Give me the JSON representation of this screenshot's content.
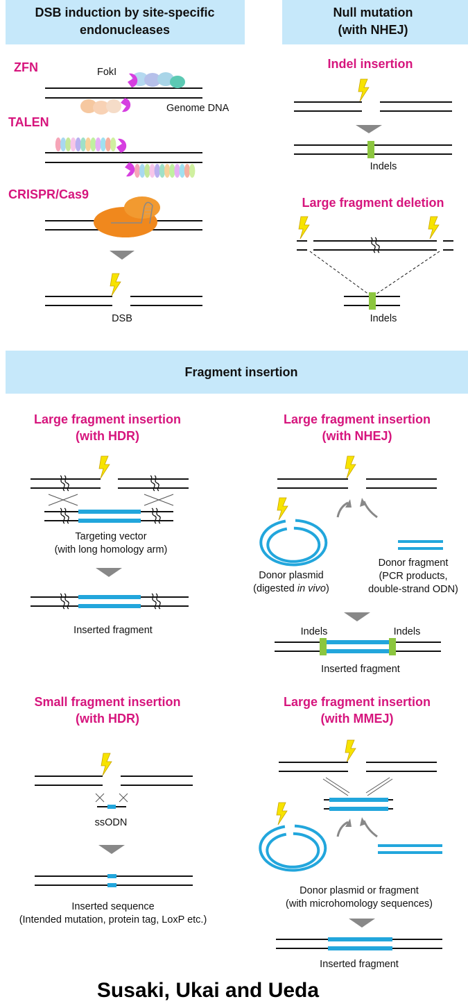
{
  "colors": {
    "header_bg": "#c6e8fa",
    "magenta": "#d6157d",
    "donor_blue": "#22a6dc",
    "indel_green": "#8cc63f",
    "bolt_yellow": "#f7e300",
    "arrow_gray": "#888888",
    "nuclease_purple": "#d63fe0",
    "cas9_orange": "#f0881d"
  },
  "headers": {
    "dsb": [
      "DSB induction by site-specific",
      "endonucleases"
    ],
    "null": [
      "Null mutation",
      "(with NHEJ)"
    ],
    "fragment": "Fragment insertion"
  },
  "dsb": {
    "zfn": "ZFN",
    "fokl": "FokI",
    "genome": "Genome DNA",
    "talen": "TALEN",
    "crispr": "CRISPR/Cas9",
    "dsb": "DSB"
  },
  "null": {
    "indel_title": "Indel insertion",
    "indels1": "Indels",
    "large_del_title": "Large fragment deletion",
    "indels2": "Indels"
  },
  "hdr_large": {
    "title": [
      "Large fragment insertion",
      "(with HDR)"
    ],
    "vector": [
      "Targeting vector",
      "(with long homology arm)"
    ],
    "inserted": "Inserted fragment"
  },
  "nhej_large": {
    "title": [
      "Large fragment insertion",
      "(with NHEJ)"
    ],
    "plasmid": [
      "Donor plasmid",
      "(digested ",
      "in vivo",
      ")"
    ],
    "fragment": [
      "Donor fragment",
      "(PCR products,",
      "double-strand ODN)"
    ],
    "indels_left": "Indels",
    "indels_right": "Indels",
    "inserted": "Inserted fragment"
  },
  "hdr_small": {
    "title": [
      "Small fragment insertion",
      "(with HDR)"
    ],
    "ssodn": "ssODN",
    "inserted": [
      "Inserted sequence",
      "(Intended mutation, protein tag, LoxP etc.)"
    ]
  },
  "mmej_large": {
    "title": [
      "Large fragment insertion",
      "(with MMEJ)"
    ],
    "donor": [
      "Donor plasmid or fragment",
      "(with microhomology sequences)"
    ],
    "inserted": "Inserted fragment"
  },
  "authors": "Susaki, Ukai and Ueda"
}
